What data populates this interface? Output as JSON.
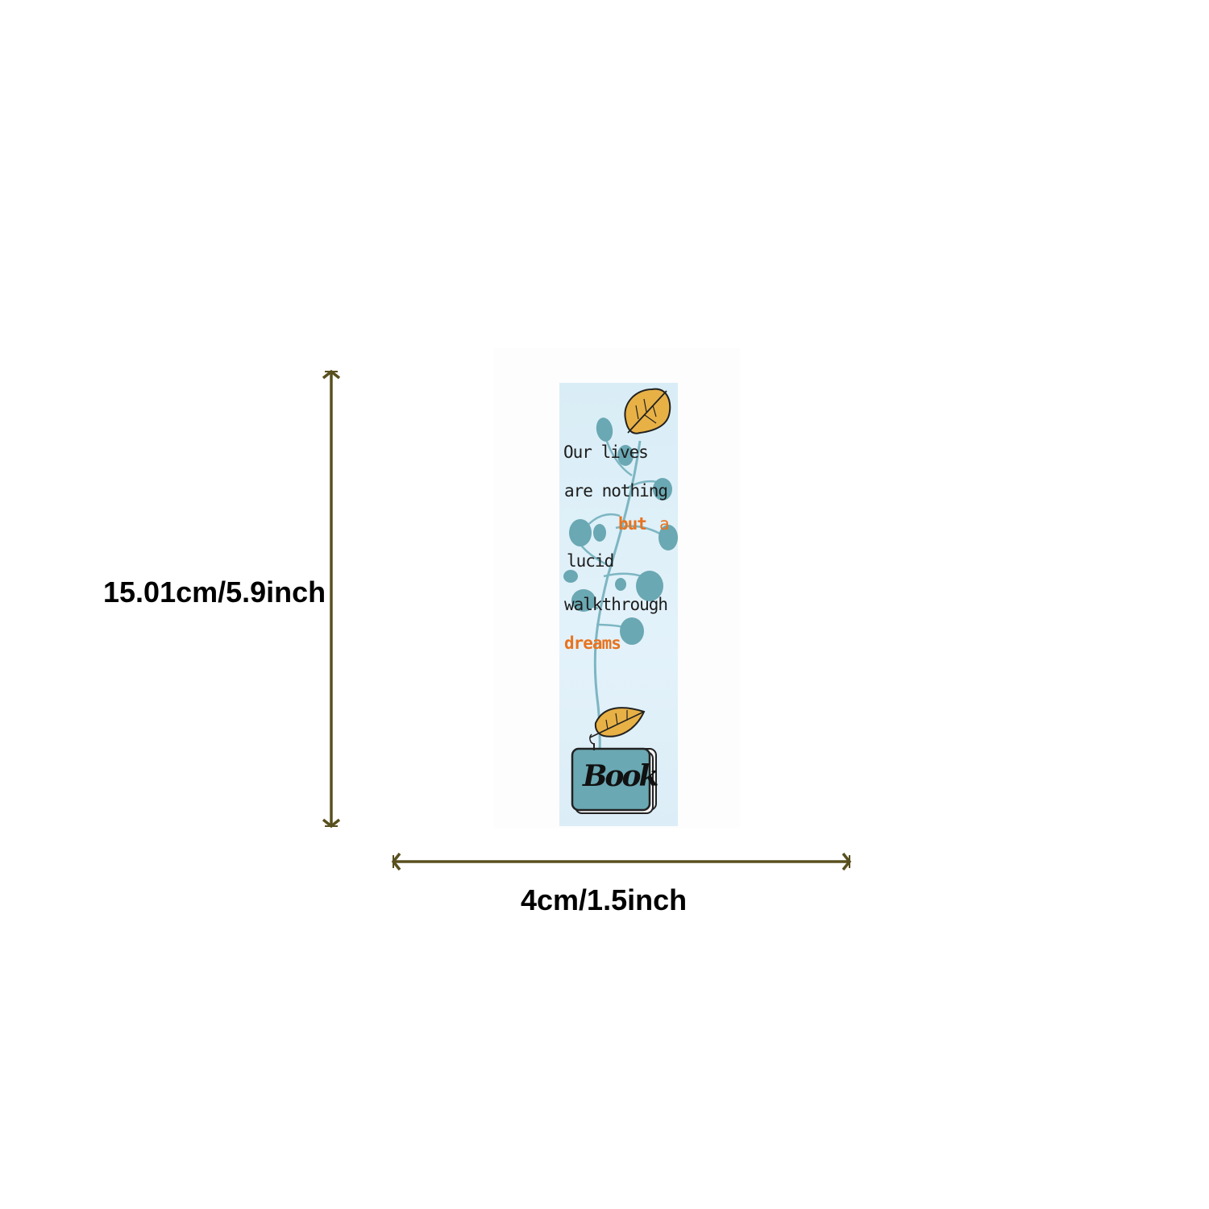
{
  "dimensions": {
    "height_label": "15.01cm/5.9inch",
    "width_label": "4cm/1.5inch",
    "arrow_color": "#58501e"
  },
  "bookmark": {
    "background_color": "#dfeff8",
    "quote_lines": {
      "line1": "Our lives",
      "line2": "are nothing",
      "line3_highlight": "but",
      "line3_rest": "a",
      "line4": "lucid",
      "line5": "walkthrough",
      "line6_highlight": "dreams"
    },
    "book_label": "Book",
    "leaf_color": "#e8b145",
    "plant_color": "#6aa8b3",
    "highlight_color": "#e8731f"
  }
}
